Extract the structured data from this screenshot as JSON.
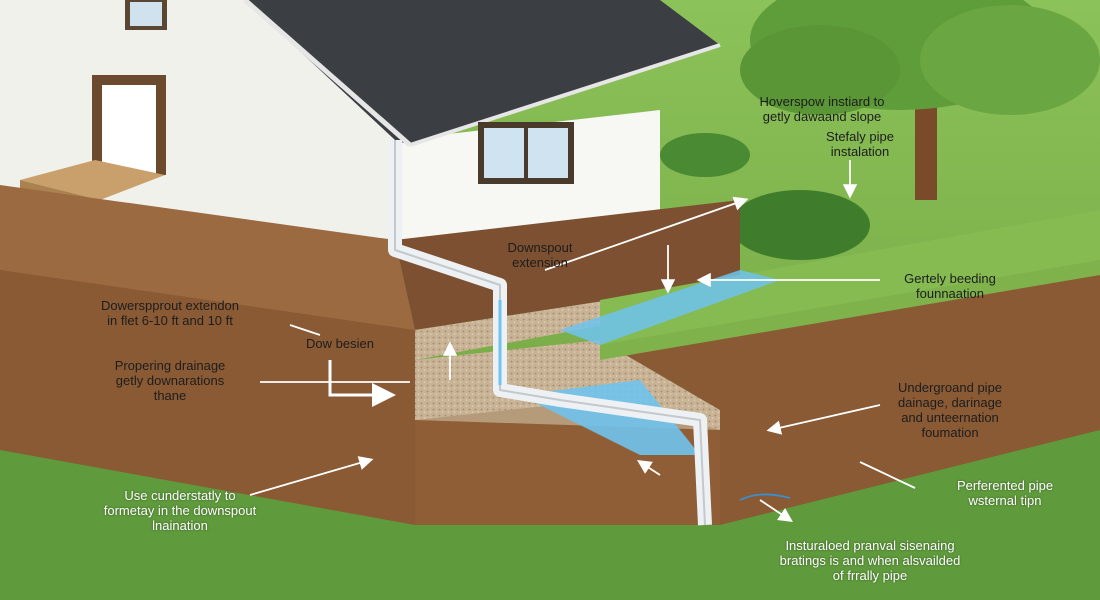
{
  "labels": {
    "downspout_instead": "Hoverspow instiard to\ngetly dawaand slope",
    "safety_pipe": "Stefaly pipe\ninstalation",
    "downspout_extension": "Downspout\nextension",
    "gently_bedding": "Gertely beeding\nfounnaation",
    "extension_length": "Dowerspprout extendon\nin flet 6-10 ft and 10 ft",
    "dow_besien": "Dow besien",
    "proper_drainage": "Propering drainage\ngetly downarations\nthane",
    "underground_pipe": "Undergroand pipe\ndainage, darinage\nand unteernation\nfoumation",
    "perforated_pipe": "Perferented pipe\nwsternal tipn",
    "use_underslope": "Use cunderstatly to\nformetay in the downspout\nlnaination",
    "installed_gravel": "Insturaloed pranval sisenaing\nbratings is and when alsvailded\nof frrally pipe"
  },
  "colors": {
    "grass": "#7fb24a",
    "soil": "#8a5a34",
    "gravel": "#c8b294",
    "house_wall": "#f2f2ee",
    "roof": "#3a3d42",
    "pipe": "#eef1f3",
    "water": "#6fc3ee"
  },
  "icons": [
    "arrow-icon",
    "leader-line-icon",
    "tree-icon",
    "bush-icon",
    "window-icon",
    "door-icon"
  ]
}
